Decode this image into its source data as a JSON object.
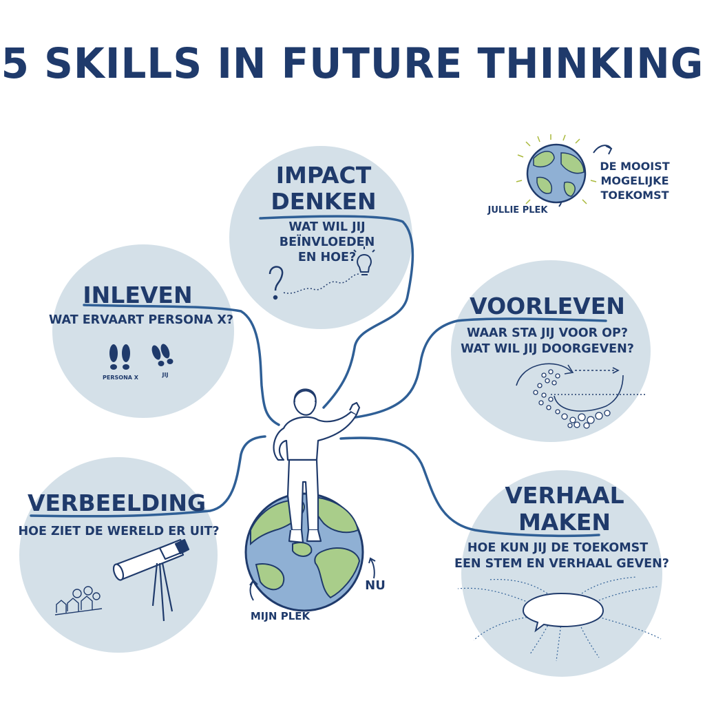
{
  "title": "5 SKILLS IN FUTURE THINKING",
  "skills": {
    "impact": {
      "heading_line1": "IMPACT",
      "heading_line2": "DENKEN",
      "question_line1": "WAT WIL JIJ",
      "question_line2": "BEÏNVLOEDEN",
      "question_line3": "EN HOE?"
    },
    "inleven": {
      "heading": "INLEVEN",
      "question": "WAT ERVAART PERSONA X?",
      "label_left": "PERSONA X",
      "label_right": "JIJ"
    },
    "voorleven": {
      "heading": "VOORLEVEN",
      "question_line1": "WAAR STA JIJ VOOR OP?",
      "question_line2": "WAT WIL JIJ DOORGEVEN?"
    },
    "verbeelding": {
      "heading": "VERBEELDING",
      "question": "HOE ZIET DE WERELD ER UIT?"
    },
    "verhaal": {
      "heading_line1": "VERHAAL",
      "heading_line2": "MAKEN",
      "question_line1": "HOE KUN JIJ DE TOEKOMST",
      "question_line2": "EEN STEM EN VERHAAL GEVEN?"
    }
  },
  "center": {
    "label_place": "MIJN PLEK",
    "label_now": "NU"
  },
  "future": {
    "line1": "DE MOOIST",
    "line2": "MOGELIJKE",
    "line3": "TOEKOMST",
    "label_place": "JULLIE PLEK"
  },
  "colors": {
    "navy": "#1f3a6b",
    "line_blue": "#2f5f96",
    "circle_fill": "#d4e0e8",
    "earth_water": "#8fb0d4",
    "earth_land": "#a9cd8a"
  }
}
